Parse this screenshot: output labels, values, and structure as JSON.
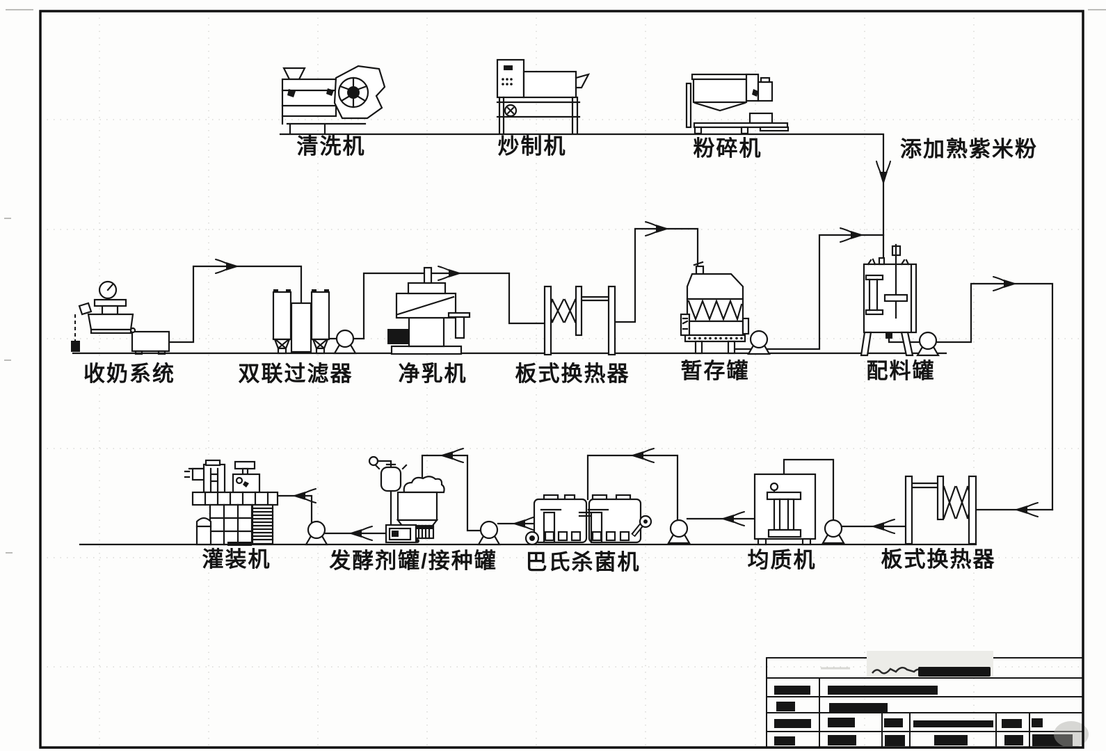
{
  "diagram": {
    "kind": "process-flow-diagram",
    "subject": "purple-rice yogurt production line",
    "line_color": "#161616",
    "grid_color": "#c6c6c2",
    "background": "#fdfdfc"
  },
  "equipment": [
    {
      "id": "washer",
      "label": "清洗机"
    },
    {
      "id": "roaster",
      "label": "炒制机"
    },
    {
      "id": "crusher",
      "label": "粉碎机"
    },
    {
      "id": "milk-collection",
      "label": "收奶系统"
    },
    {
      "id": "duplex-filter",
      "label": "双联过滤器"
    },
    {
      "id": "clarifier",
      "label": "净乳机"
    },
    {
      "id": "plate-hx-middle",
      "label": "板式换热器"
    },
    {
      "id": "buffer-tank",
      "label": "暂存罐"
    },
    {
      "id": "batching-tank",
      "label": "配料罐"
    },
    {
      "id": "filler",
      "label": "灌装机"
    },
    {
      "id": "starter-tank",
      "label": "发酵剂罐/接种罐"
    },
    {
      "id": "pasteurizer",
      "label": "巴氏杀菌机"
    },
    {
      "id": "homogenizer",
      "label": "均质机"
    },
    {
      "id": "plate-hx-bottom",
      "label": "板式换热器"
    }
  ],
  "annotations": {
    "powder_feed_label": "添加熟紫米粉"
  },
  "flow": {
    "powder_line": [
      "清洗机",
      "炒制机",
      "粉碎机",
      "添加熟紫米粉",
      "配料罐"
    ],
    "milk_line": [
      "收奶系统",
      "双联过滤器",
      "净乳机",
      "板式换热器",
      "暂存罐",
      "配料罐",
      "板式换热器",
      "均质机",
      "巴氏杀菌机",
      "发酵剂罐/接种罐",
      "灌装机"
    ]
  },
  "title_block": {
    "redacted": true,
    "rows": 5
  }
}
